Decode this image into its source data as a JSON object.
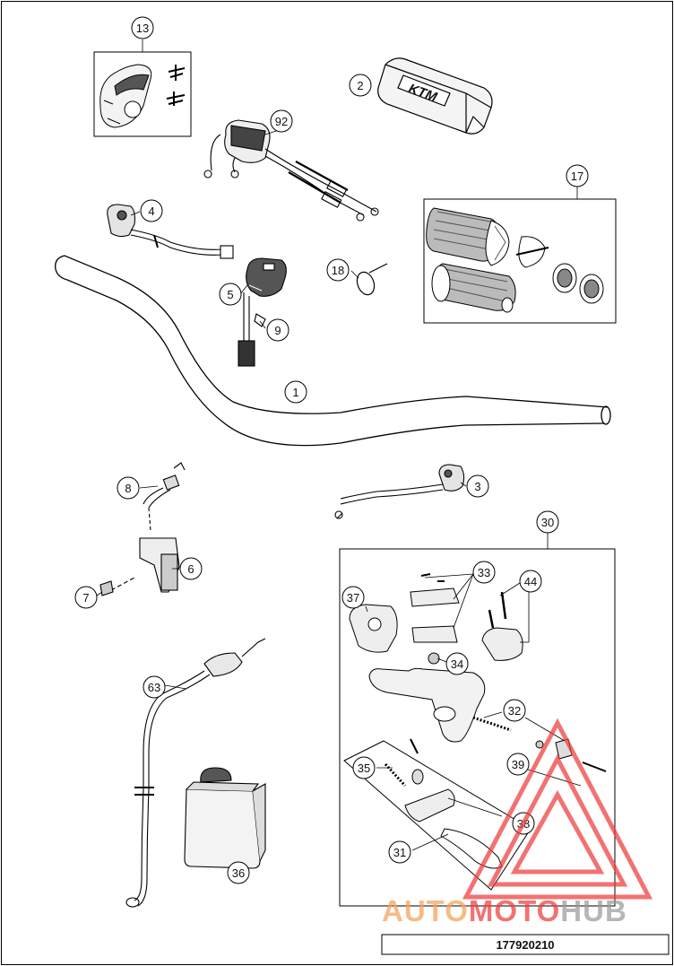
{
  "callouts": {
    "c1": "1",
    "c2": "2",
    "c3": "3",
    "c4": "4",
    "c5": "5",
    "c6": "6",
    "c7": "7",
    "c8": "8",
    "c9": "9",
    "c13": "13",
    "c17": "17",
    "c18": "18",
    "c30": "30",
    "c31": "31",
    "c32": "32",
    "c33": "33",
    "c34": "34",
    "c35": "35",
    "c36": "36",
    "c37": "37",
    "c38": "38",
    "c39": "39",
    "c44": "44",
    "c63": "63",
    "c92": "92"
  },
  "brand_logo": "KTM",
  "watermark": {
    "part1": "AUTO",
    "part2": "MOTO",
    "part3": "HUB",
    "color_orange": "#f5a25a",
    "color_red": "#ee3d3d",
    "color_gray": "#9a9a9a"
  },
  "part_number": "177920210"
}
